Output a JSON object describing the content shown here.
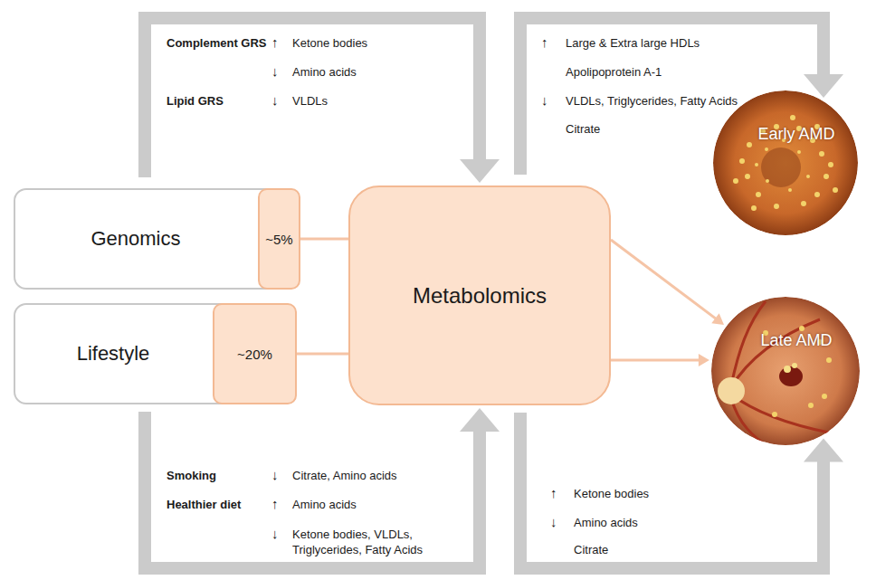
{
  "diagram": {
    "nodes": [
      {
        "text": [
          "Genomics"
        ]
      },
      {
        "text": [
          "~5%"
        ],
        "in": 0
      },
      {
        "text": [
          "Lifestyle"
        ]
      },
      {
        "text": [
          "~20%"
        ],
        "in": 2
      },
      {
        "text": [
          "Metabolomics"
        ]
      },
      {
        "text": [
          "Early AMD"
        ]
      },
      {
        "text": [
          "Late AMD"
        ]
      }
    ],
    "edges": [
      {
        "from": 1,
        "to": 4,
        "arrow": "none"
      },
      {
        "from": 3,
        "to": 4,
        "arrow": "none"
      },
      {
        "from": 4,
        "to": 6,
        "arrow": "to"
      },
      {
        "from": 4,
        "to": 6,
        "arrow": "to"
      },
      {
        "from": 0,
        "to": 4,
        "arrow": "to"
      },
      {
        "from": 2,
        "to": 4,
        "arrow": "to"
      },
      {
        "from": 4,
        "to": 5,
        "arrow": "to"
      },
      {
        "from": 4,
        "to": 6,
        "arrow": "to"
      }
    ],
    "labels": [
      "Complement GRS",
      "↑",
      "Ketone bodies",
      "↓",
      "Amino acids",
      "Lipid GRS",
      "↓",
      "VLDLs",
      "↑",
      "Large & Extra large HDLs",
      "Apolipoprotein A-1",
      "↓",
      "VLDLs, Triglycerides, Fatty Acids",
      "Citrate",
      "Smoking",
      "↓",
      "Citrate, Amino acids",
      "Healthier diet",
      "↑",
      "Amino acids",
      "↓",
      "Ketone bodies, VLDLs, Triglycerides, Fatty Acids",
      "↑",
      "Ketone bodies",
      "↓",
      "Amino acids",
      "Citrate"
    ]
  }
}
